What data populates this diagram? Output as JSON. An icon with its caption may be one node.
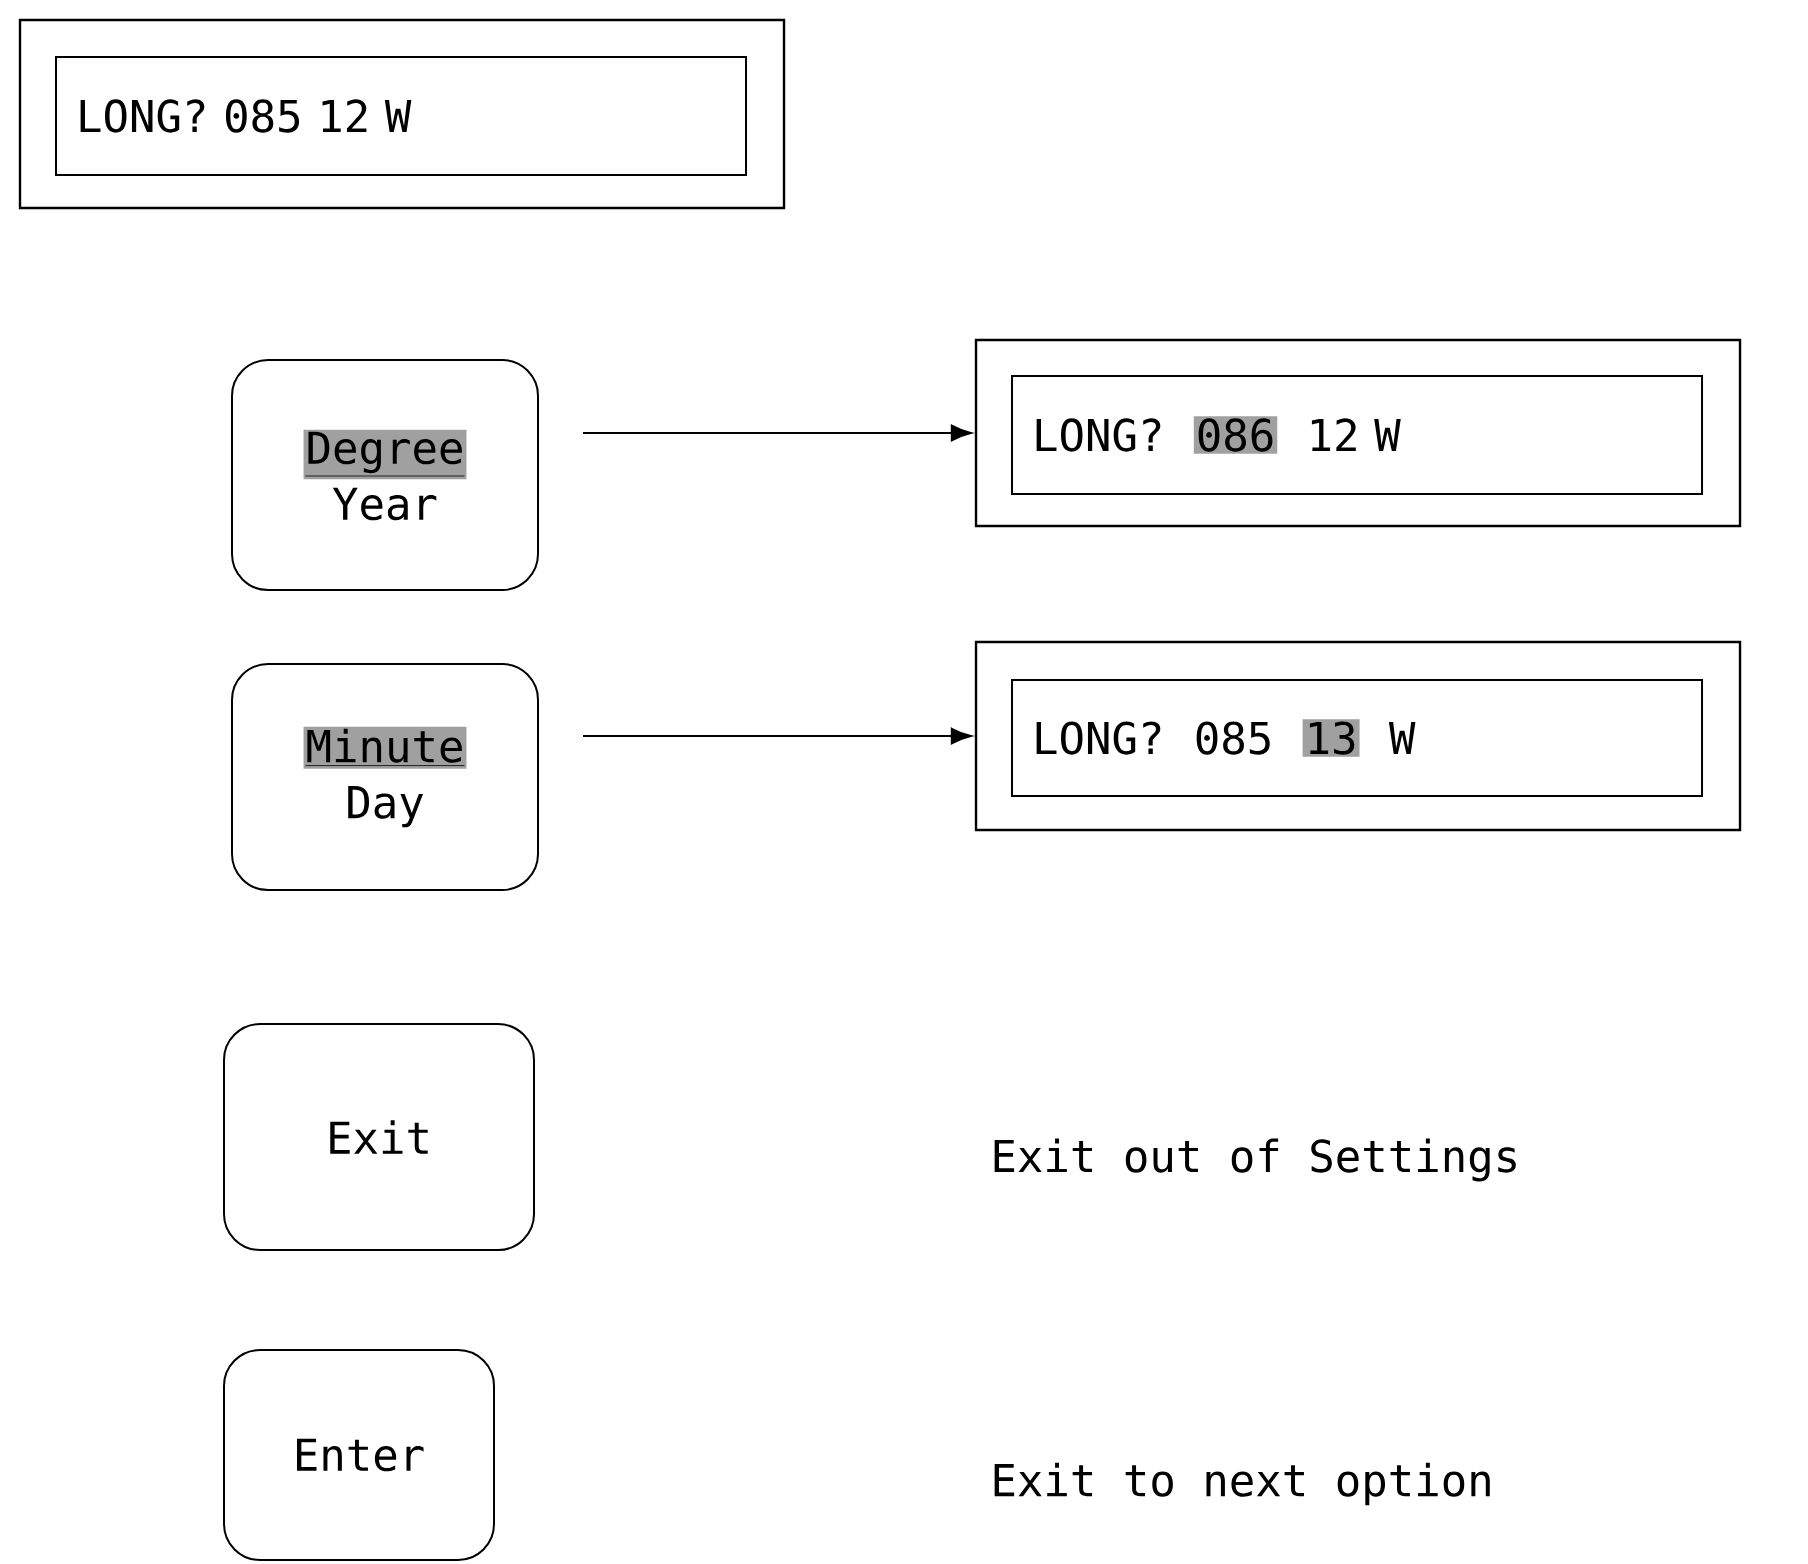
{
  "diagram": {
    "nodes": [
      {
        "text": [],
        "shape": "box"
      },
      {
        "text": [
          "LONG? 085 12 W"
        ],
        "in": 0
      },
      {
        "text": [
          "Degree",
          "Year"
        ]
      },
      {
        "text": [],
        "shape": "box"
      },
      {
        "text": [
          "LONG?",
          "086",
          "12 W"
        ],
        "in": 3
      },
      {
        "text": [
          "Minute",
          "Day"
        ]
      },
      {
        "text": [],
        "shape": "box"
      },
      {
        "text": [
          "LONG?",
          "085",
          "13",
          "W"
        ],
        "in": 6
      },
      {
        "text": [
          "Exit"
        ]
      },
      {
        "text": [
          "Enter"
        ]
      }
    ],
    "edges": [
      {
        "from": 2,
        "to": 3,
        "arrow": "to"
      },
      {
        "from": 5,
        "to": 6,
        "arrow": "to"
      }
    ],
    "labels": [
      "Exit out of Settings",
      "Exit to next option"
    ]
  }
}
